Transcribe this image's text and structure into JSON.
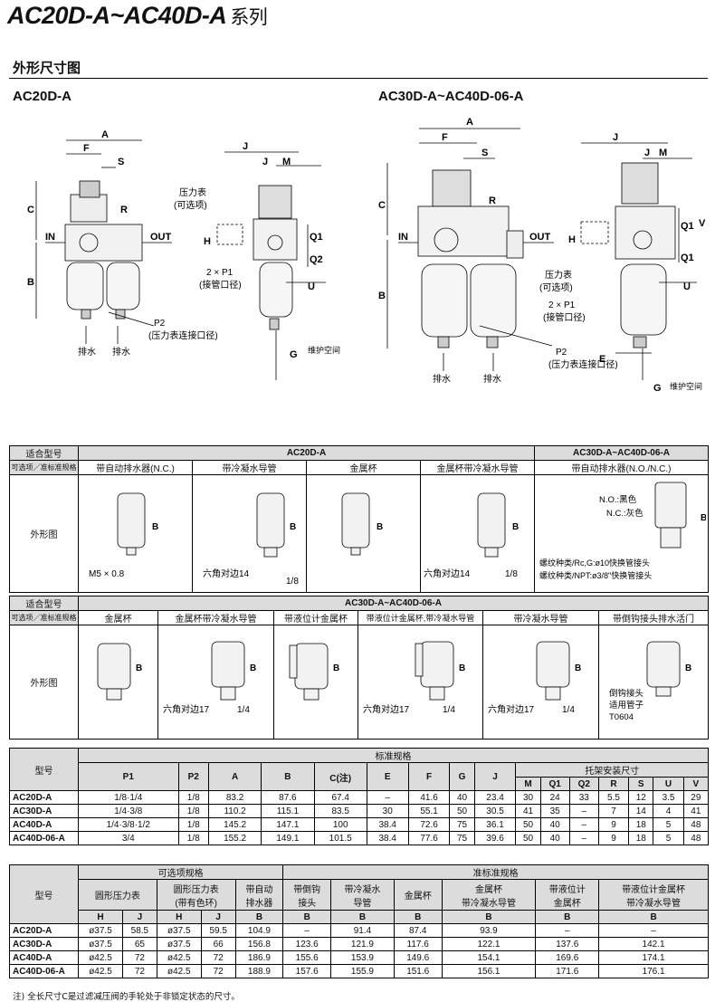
{
  "title": {
    "main": "AC20D-A~AC40D-A",
    "suffix": "系列"
  },
  "section": "外形尺寸图",
  "models": {
    "left": "AC20D-A",
    "right": "AC30D-A~AC40D-06-A"
  },
  "drawing_labels": {
    "A": "A",
    "B": "B",
    "C": "C",
    "F": "F",
    "S": "S",
    "R": "R",
    "J": "J",
    "M": "M",
    "H": "H",
    "Q1": "Q1",
    "Q2": "Q2",
    "U": "U",
    "V": "V",
    "E": "E",
    "G": "G",
    "IN": "IN",
    "OUT": "OUT",
    "gauge": "压力表",
    "optional": "(可选项)",
    "p1": "2 × P1",
    "p1_note": "(接管口径)",
    "p2": "P2",
    "p2_note": "(压力表连接口径)",
    "drain": "排水",
    "maint": "维护空间"
  },
  "table1": {
    "h_model": "适合型号",
    "h_opt": "可选项／准标准规格",
    "g1": "AC20D-A",
    "g2": "AC30D-A~AC40D-06-A",
    "cols": [
      "带自动排水器(N.C.)",
      "带冷凝水导管",
      "金属杯",
      "金属杯带冷凝水导管",
      "带自动排水器(N.O./N.C.)"
    ],
    "row_label": "外形图",
    "labels": {
      "m5": "M5 × 0.8",
      "hex14": "六角对边14",
      "q18": "1/8",
      "no": "N.O.:黑色",
      "nc": "N.C.:灰色",
      "thread1": "螺纹种类/Rc,G:ø10快换管接头",
      "thread2": "螺纹种类/NPT:ø3/8\"快换管接头",
      "B": "B"
    }
  },
  "table2": {
    "h_model": "适合型号",
    "h_opt": "可选项／准标准规格",
    "g": "AC30D-A~AC40D-06-A",
    "cols": [
      "金属杯",
      "金属杯带冷凝水导管",
      "带液位计金属杯",
      "带液位计金属杯,带冷凝水导管",
      "带冷凝水导管",
      "带倒钩接头排水活门"
    ],
    "row_label": "外形图",
    "labels": {
      "hex17": "六角对边17",
      "q14": "1/4",
      "barb1": "倒钩接头",
      "barb2": "适用管子",
      "barb3": "T0604",
      "B": "B"
    }
  },
  "table3": {
    "model": "型号",
    "std": "标准规格",
    "bracket": "托架安装尺寸",
    "cols": [
      "P1",
      "P2",
      "A",
      "B",
      "C(注)",
      "E",
      "F",
      "G",
      "J",
      "M",
      "Q1",
      "Q2",
      "R",
      "S",
      "U",
      "V"
    ],
    "rows": [
      [
        "AC20D-A",
        "1/8·1/4",
        "1/8",
        "83.2",
        "87.6",
        "67.4",
        "–",
        "41.6",
        "40",
        "23.4",
        "30",
        "24",
        "33",
        "5.5",
        "12",
        "3.5",
        "29"
      ],
      [
        "AC30D-A",
        "1/4·3/8",
        "1/8",
        "110.2",
        "115.1",
        "83.5",
        "30",
        "55.1",
        "50",
        "30.5",
        "41",
        "35",
        "–",
        "7",
        "14",
        "4",
        "41"
      ],
      [
        "AC40D-A",
        "1/4·3/8·1/2",
        "1/8",
        "145.2",
        "147.1",
        "100",
        "38.4",
        "72.6",
        "75",
        "36.1",
        "50",
        "40",
        "–",
        "9",
        "18",
        "5",
        "48"
      ],
      [
        "AC40D-06-A",
        "3/4",
        "1/8",
        "155.2",
        "149.1",
        "101.5",
        "38.4",
        "77.6",
        "75",
        "39.6",
        "50",
        "40",
        "–",
        "9",
        "18",
        "5",
        "48"
      ]
    ]
  },
  "table4": {
    "model": "型号",
    "opt": "可选项规格",
    "qstd": "准标准规格",
    "groups": [
      "圆形压力表",
      "圆形压力表\n(带有色环)",
      "带自动\n排水器",
      "带倒钩\n接头",
      "带冷凝水\n导管",
      "金属杯",
      "金属杯\n带冷凝水导管",
      "带液位计\n金属杯",
      "带液位计金属杯\n带冷凝水导管"
    ],
    "sub": [
      "H",
      "J",
      "H",
      "J",
      "B",
      "B",
      "B",
      "B",
      "B",
      "B",
      "B"
    ],
    "rows": [
      [
        "AC20D-A",
        "ø37.5",
        "58.5",
        "ø37.5",
        "59.5",
        "104.9",
        "–",
        "91.4",
        "87.4",
        "93.9",
        "–",
        "–"
      ],
      [
        "AC30D-A",
        "ø37.5",
        "65",
        "ø37.5",
        "66",
        "156.8",
        "123.6",
        "121.9",
        "117.6",
        "122.1",
        "137.6",
        "142.1"
      ],
      [
        "AC40D-A",
        "ø42.5",
        "72",
        "ø42.5",
        "72",
        "186.9",
        "155.6",
        "153.9",
        "149.6",
        "154.1",
        "169.6",
        "174.1"
      ],
      [
        "AC40D-06-A",
        "ø42.5",
        "72",
        "ø42.5",
        "72",
        "188.9",
        "157.6",
        "155.9",
        "151.6",
        "156.1",
        "171.6",
        "176.1"
      ]
    ]
  },
  "note": "注) 全长尺寸C是过滤减压阀的手轮处于非锁定状态的尺寸。"
}
